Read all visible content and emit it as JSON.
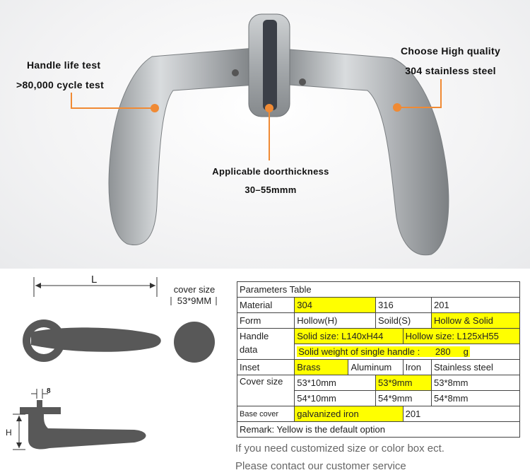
{
  "callouts": {
    "life_line1": "Handle life test",
    "life_line2": ">80,000 cycle test",
    "quality_line1": "Choose High quality",
    "quality_line2": "304 stainless steel",
    "door_line1": "Applicable doorthickness",
    "door_line2": "30–55mmm"
  },
  "drawing": {
    "length_label": "L",
    "cover_label_line1": "cover size",
    "cover_label_line2": "53*9MM",
    "dim8": "8",
    "height_label": "H"
  },
  "table": {
    "title": "Parameters Table",
    "material": {
      "label": "Material",
      "v1": "304",
      "v2": "316",
      "v3": "201"
    },
    "form": {
      "label": "Form",
      "v1": "Hollow(H)",
      "v2": "Soild(S)",
      "v3": "Hollow & Solid"
    },
    "handle": {
      "label1": "Handle",
      "label2": "data",
      "solid_size": "Solid size: L140xH44",
      "hollow_size": "Hollow size: L125xH55",
      "weight": "Solid weight of single handle :      280     g"
    },
    "inset": {
      "label": "Inset",
      "v1": "Brass",
      "v2": "Aluminum",
      "v3": "Iron",
      "v4": "Stainless steel"
    },
    "cover": {
      "label": "Cover size",
      "r1": [
        "53*10mm",
        "53*9mm",
        "53*8mm"
      ],
      "r2": [
        "54*10mm",
        "54*9mm",
        "54*8mm"
      ]
    },
    "base": {
      "label": "Base cover",
      "v1": "galvanized iron",
      "v2": "201"
    },
    "remark": "Remark: Yellow is the default option"
  },
  "notes": {
    "line1": "If you need customized size or color box ect.",
    "line2": "Please contact our customer service"
  },
  "colors": {
    "accent": "#f08a34",
    "highlight": "#ffff00"
  }
}
